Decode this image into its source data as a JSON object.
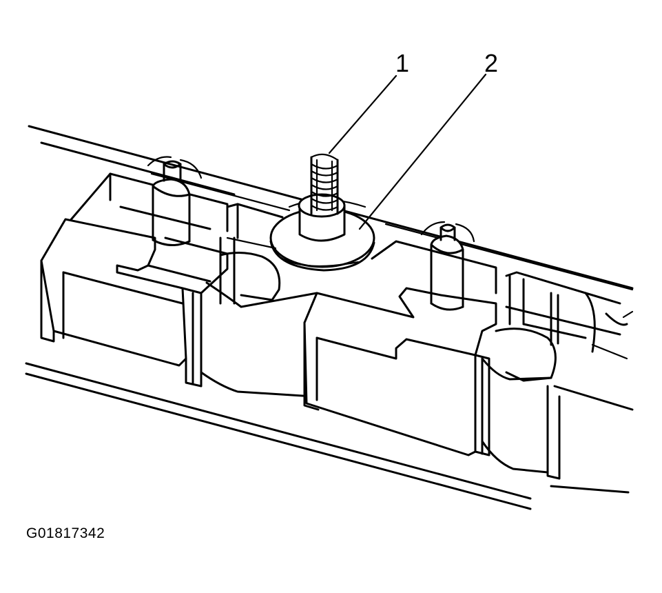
{
  "callouts": [
    {
      "label": "1",
      "part": "spring"
    },
    {
      "label": "2",
      "part": "washer"
    }
  ],
  "figure_id": "G01817342",
  "colors": {
    "line": "#000000",
    "background": "#ffffff"
  }
}
